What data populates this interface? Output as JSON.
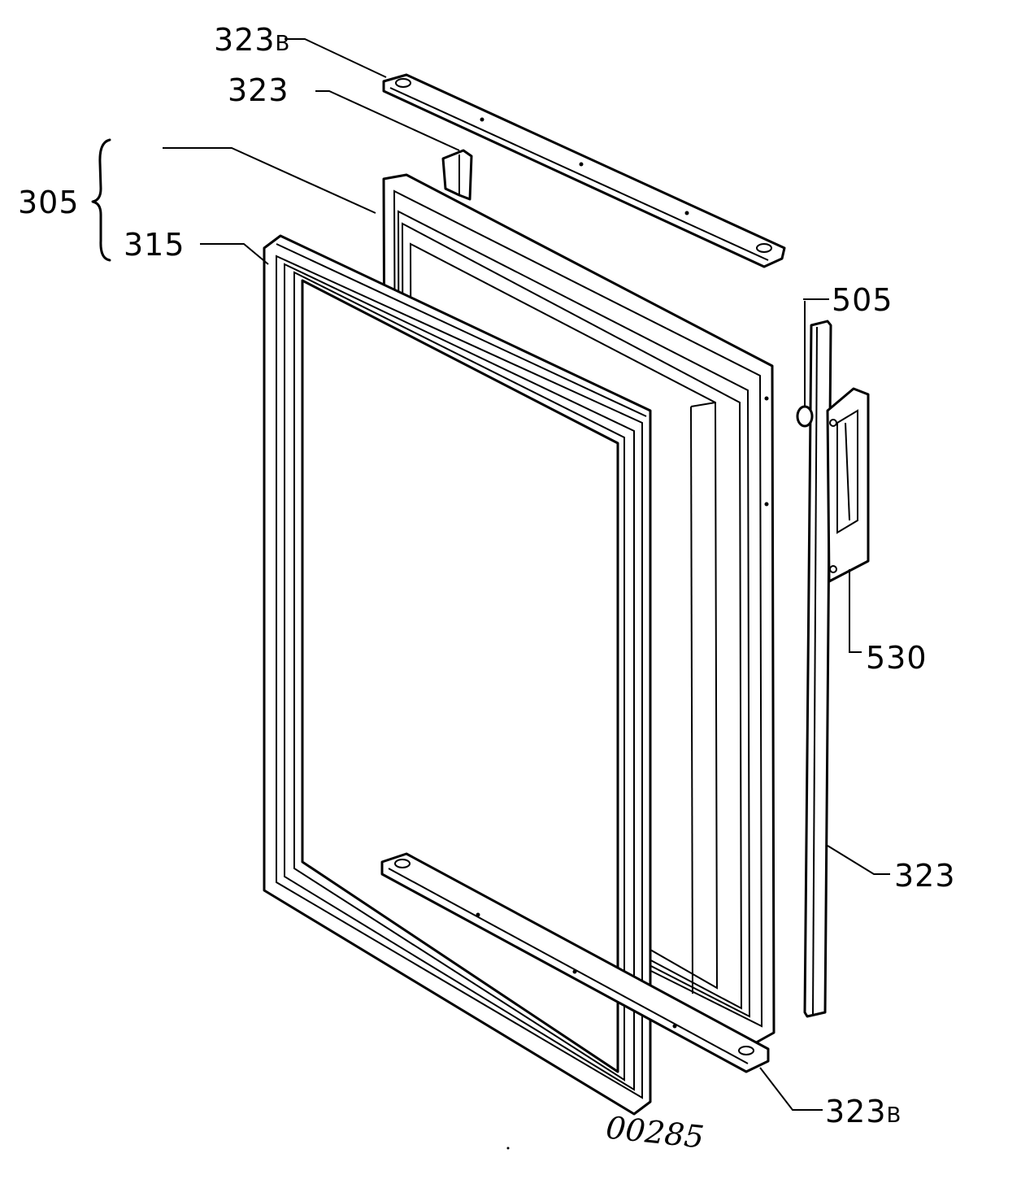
{
  "labels": {
    "top_rail": "323",
    "top_rail_suffix": "B",
    "top_bracket": "323",
    "assembly": "305",
    "gasket": "315",
    "screw": "505",
    "handle": "530",
    "side_rail": "323",
    "bottom_rail": "323",
    "bottom_rail_suffix": "B",
    "drawing_number": "00285"
  },
  "colors": {
    "line": "#000000",
    "background": "#ffffff"
  }
}
